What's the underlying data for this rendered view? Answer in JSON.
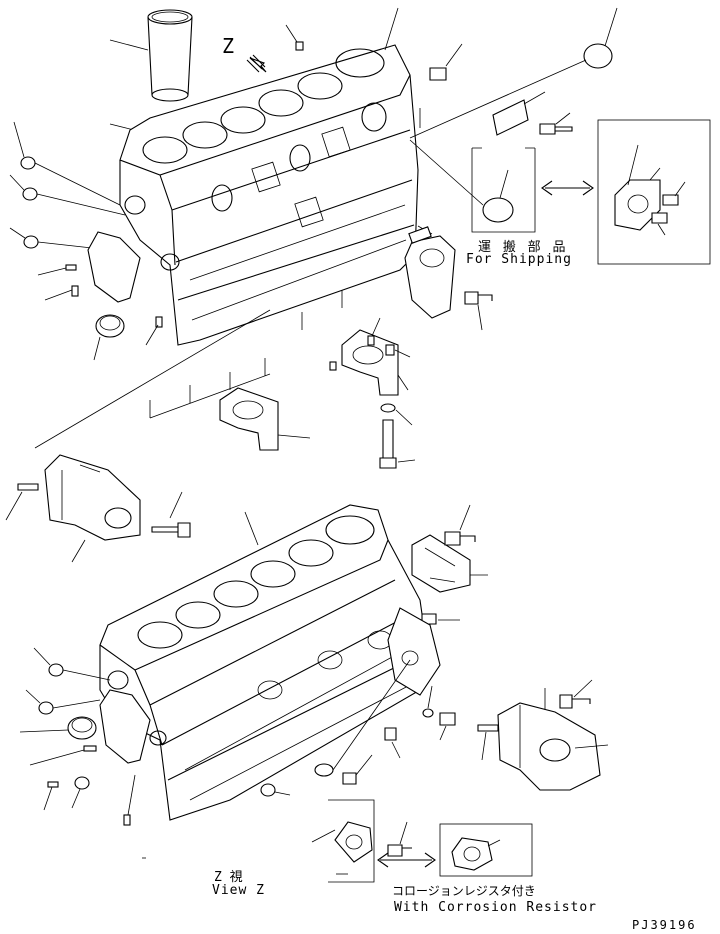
{
  "labels": {
    "z_marker": "Z",
    "shipping_jp": "運 搬 部 品",
    "shipping_en": "For Shipping",
    "view_z_jp": "Z  視",
    "view_z_en": "View Z",
    "corrosion_jp": "コロージョンレジスタ付き",
    "corrosion_en": "With Corrosion Resistor",
    "drawing_no": "PJ39196"
  }
}
